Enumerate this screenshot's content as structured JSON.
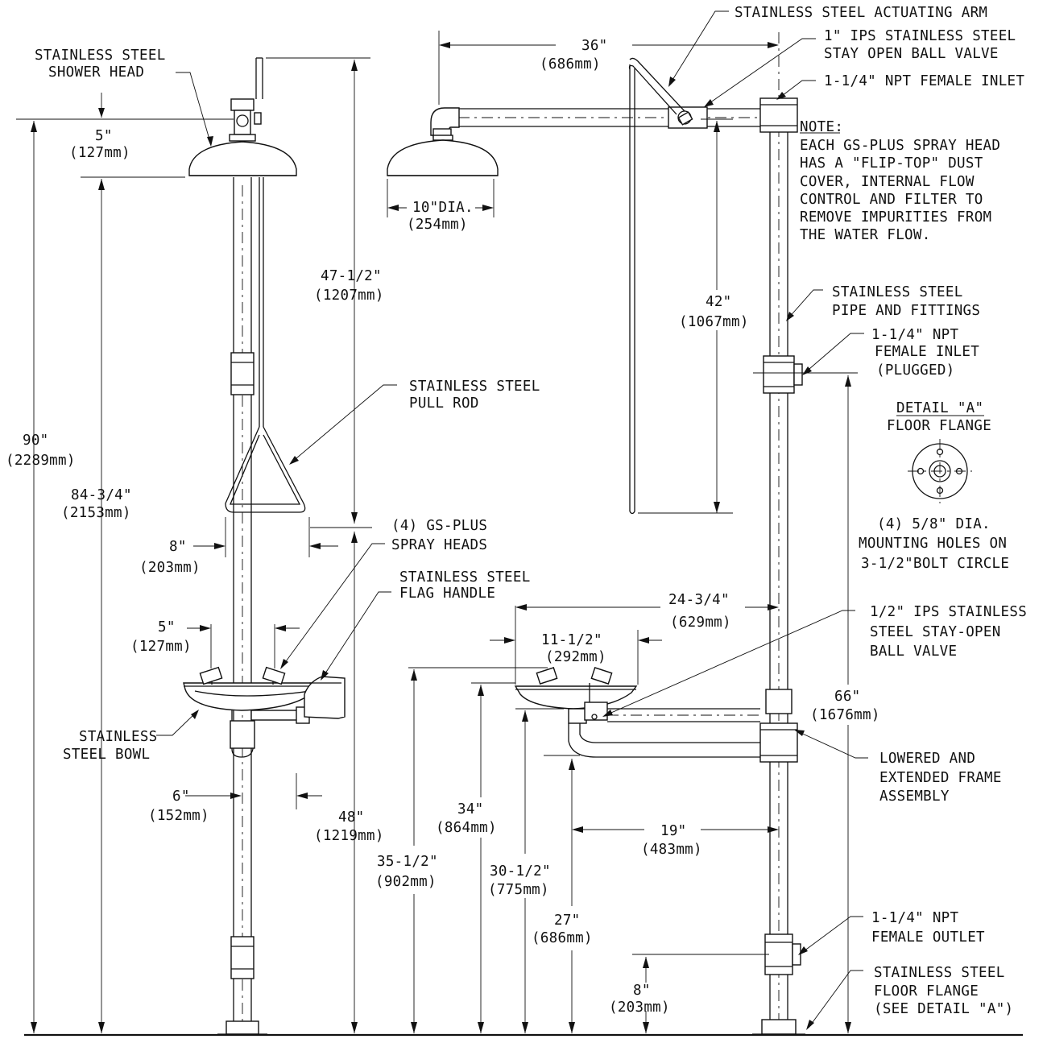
{
  "labels": {
    "shower_head": [
      "STAINLESS STEEL",
      "SHOWER HEAD"
    ],
    "actuating_arm": "STAINLESS STEEL ACTUATING ARM",
    "stay_open_valve_1in": [
      "1\" IPS STAINLESS STEEL",
      "STAY OPEN BALL VALVE"
    ],
    "inlet_top": "1-1/4\" NPT FEMALE INLET",
    "note_title": "NOTE:",
    "note_lines": [
      "EACH GS-PLUS SPRAY HEAD",
      "HAS A \"FLIP-TOP\" DUST",
      "COVER, INTERNAL FLOW",
      "CONTROL AND FILTER TO",
      "REMOVE IMPURITIES FROM",
      "THE WATER FLOW."
    ],
    "pipe_fittings": [
      "STAINLESS STEEL",
      "PIPE AND FITTINGS"
    ],
    "inlet_plugged": [
      "1-1/4\" NPT",
      "FEMALE INLET",
      "(PLUGGED)"
    ],
    "detail_title": "DETAIL \"A\"",
    "detail_subtitle": "FLOOR FLANGE",
    "mounting_holes": [
      "(4) 5/8\" DIA.",
      "MOUNTING HOLES ON",
      "3-1/2\"BOLT CIRCLE"
    ],
    "pull_rod": [
      "STAINLESS STEEL",
      "PULL ROD"
    ],
    "spray_heads": [
      "(4) GS-PLUS",
      "SPRAY HEADS"
    ],
    "flag_handle": [
      "STAINLESS STEEL",
      "FLAG HANDLE"
    ],
    "valve_half_in": [
      "1/2\" IPS STAINLESS",
      "STEEL STAY-OPEN",
      "BALL VALVE"
    ],
    "bowl": [
      "STAINLESS",
      "STEEL BOWL"
    ],
    "frame_assembly": [
      "LOWERED AND",
      "EXTENDED FRAME",
      "ASSEMBLY"
    ],
    "outlet": [
      "1-1/4\" NPT",
      "FEMALE OUTLET"
    ],
    "floor_flange": [
      "STAINLESS STEEL",
      "FLOOR FLANGE",
      "(SEE DETAIL \"A\")"
    ]
  },
  "dimensions": {
    "head_drop": [
      "5\"",
      "(127mm)"
    ],
    "overall_height": [
      "90\"",
      "(2289mm)"
    ],
    "head_height": [
      "84-3/4\"",
      "(2153mm)"
    ],
    "rod_to_top": [
      "47-1/2\"",
      "(1207mm)"
    ],
    "rod_offset": [
      "8\"",
      "(203mm)"
    ],
    "spray_spacing": [
      "5\"",
      "(127mm)"
    ],
    "bowl_offset": [
      "6\"",
      "(152mm)"
    ],
    "handle_height": [
      "48\"",
      "(1219mm)"
    ],
    "arm_reach": [
      "36\"",
      "(686mm)"
    ],
    "head_dia": [
      "10\"DIA.",
      "(254mm)"
    ],
    "rod_drop": [
      "42\"",
      "(1067mm)"
    ],
    "inlet_height": [
      "66\"",
      "(1676mm)"
    ],
    "bowl_reach": [
      "24-3/4\"",
      "(629mm)"
    ],
    "bowl_width": [
      "11-1/2\"",
      "(292mm)"
    ],
    "bowl_rim_height": [
      "35-1/2\"",
      "(902mm)"
    ],
    "spray_height": [
      "34\"",
      "(864mm)"
    ],
    "bowl_bottom_height": [
      "30-1/2\"",
      "(775mm)"
    ],
    "frame_height": [
      "27\"",
      "(686mm)"
    ],
    "frame_extension": [
      "19\"",
      "(483mm)"
    ],
    "outlet_height": [
      "8\"",
      "(203mm)"
    ]
  }
}
